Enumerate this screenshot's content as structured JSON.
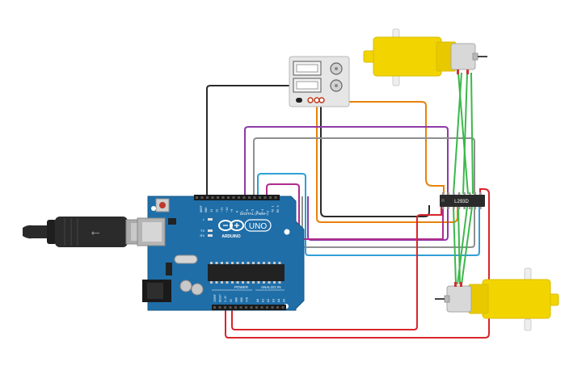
{
  "board": {
    "brand": "ARDUINO",
    "model": "UNO",
    "digital_label": "DIGITAL (PWM~)",
    "power_label": "POWER",
    "analog_label": "ANALOG IN",
    "tx_label": "TX",
    "rx_label": "RX",
    "l_label": "L",
    "aref_label": "AREF",
    "gnd_label": "GND",
    "digital_pins": [
      "13",
      "12",
      "~11",
      "~10",
      "~9",
      "8",
      "7",
      "~6",
      "~5",
      "4",
      "~3",
      "2",
      "TX 1",
      "RX 0"
    ],
    "power_pins": [
      "IOREF",
      "RESET",
      "3.3V",
      "5V",
      "GND",
      "GND",
      "VIN"
    ],
    "analog_pins": [
      "A0",
      "A1",
      "A2",
      "A3",
      "A4",
      "A5"
    ]
  },
  "driver_ic": {
    "label": "L293D"
  },
  "wire_colors": {
    "black": "#2b2b2b",
    "orange": "#e8820c",
    "purple": "#8e3aa8",
    "gray": "#8f8f8f",
    "blue": "#2f9fd6",
    "magenta": "#b02c8c",
    "green": "#3cb84a",
    "red": "#d8262b"
  },
  "colors": {
    "board": "#1f6ea8",
    "board_edge": "#17598a",
    "motor_body": "#f2d400",
    "ic_body": "#2b2b2b"
  }
}
